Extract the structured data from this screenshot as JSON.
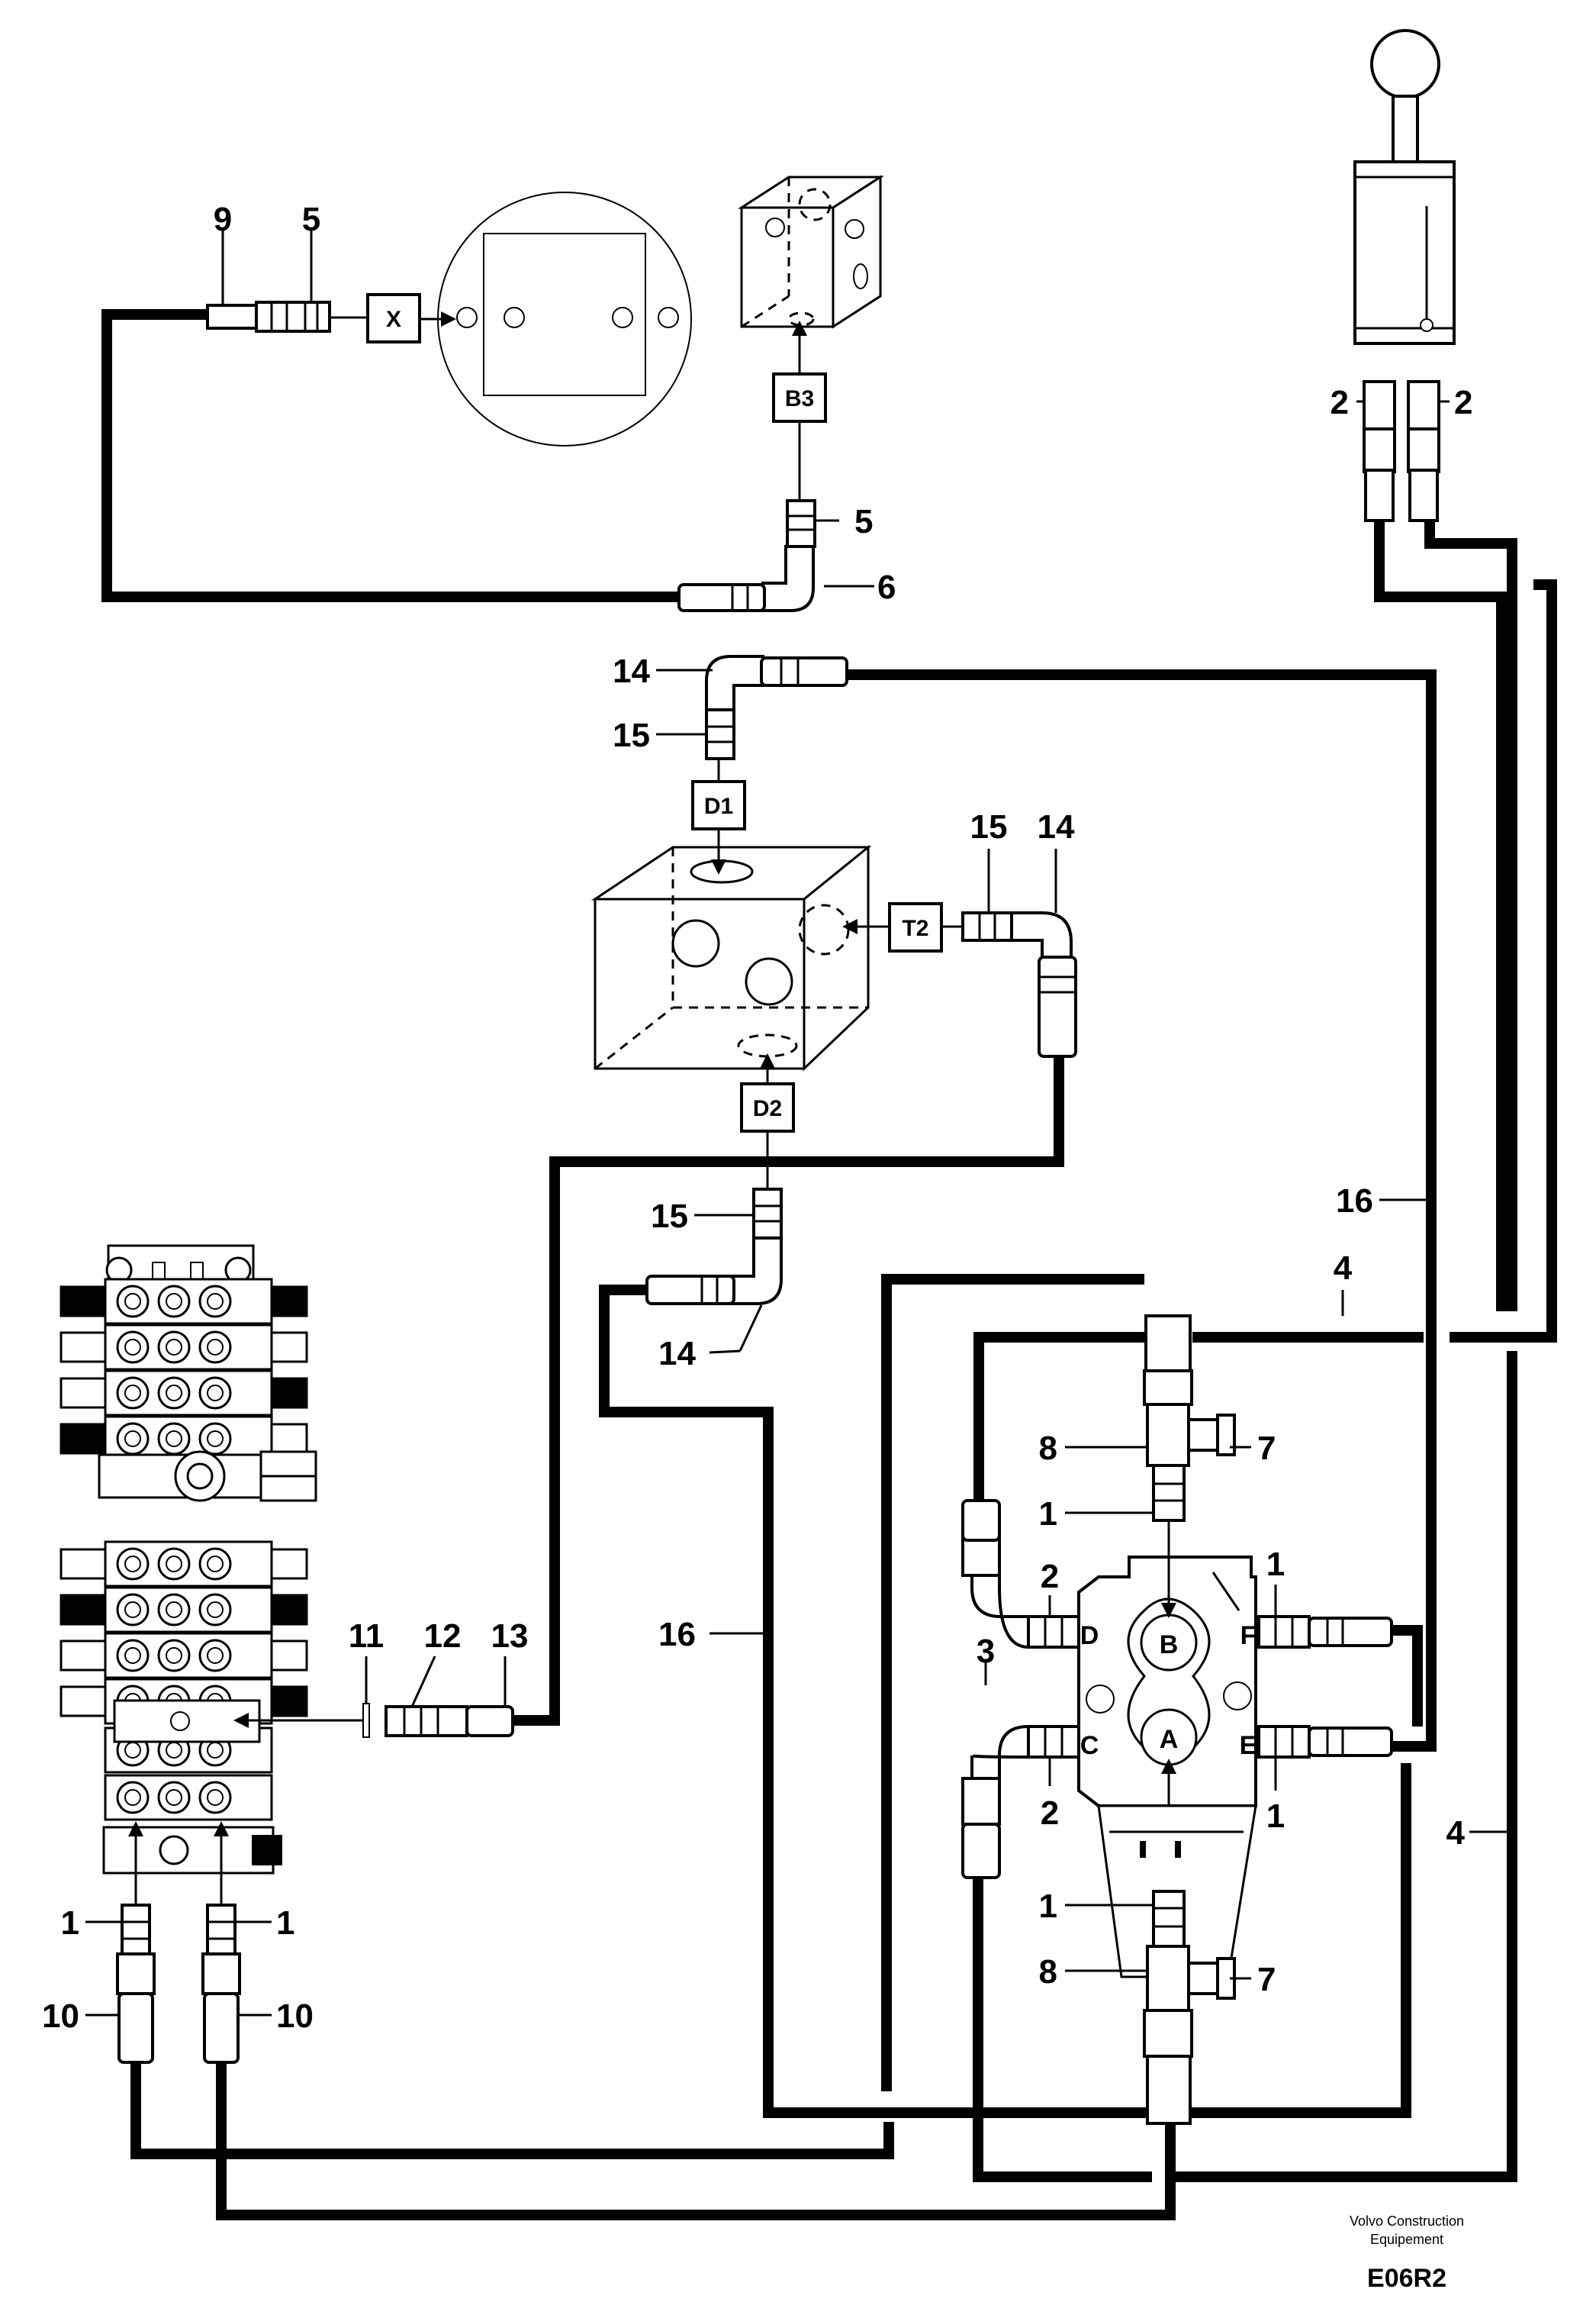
{
  "box_labels": {
    "X": "X",
    "B3": "B3",
    "D1": "D1",
    "D2": "D2",
    "T2": "T2"
  },
  "port_labels": {
    "A": "A",
    "B": "B",
    "C": "C",
    "D": "D",
    "E": "E",
    "F": "F"
  },
  "callouts": {
    "c9": "9",
    "c5_top": "5",
    "c5_right": "5",
    "c6": "6",
    "c2_left": "2",
    "c2_right": "2",
    "c14_top": "14",
    "c15_top": "15",
    "c15_t2": "15",
    "c14_t2": "14",
    "c16_right": "16",
    "c15_mid": "15",
    "c14_mid": "14",
    "c4_top": "4",
    "c8_top": "8",
    "c7_top": "7",
    "c1_top": "1",
    "c2_d": "2",
    "c1_f": "1",
    "c3": "3",
    "c2_c": "2",
    "c1_e": "1",
    "c4_right": "4",
    "c1_bottom": "1",
    "c8_bottom": "8",
    "c7_bottom": "7",
    "c11": "11",
    "c12": "12",
    "c13": "13",
    "c16_left": "16",
    "c1_left_a": "1",
    "c1_left_b": "1",
    "c10_left": "10",
    "c10_right": "10"
  },
  "credit": {
    "line1": "Volvo Construction",
    "line2": "Equipement",
    "code": "E06R2"
  }
}
